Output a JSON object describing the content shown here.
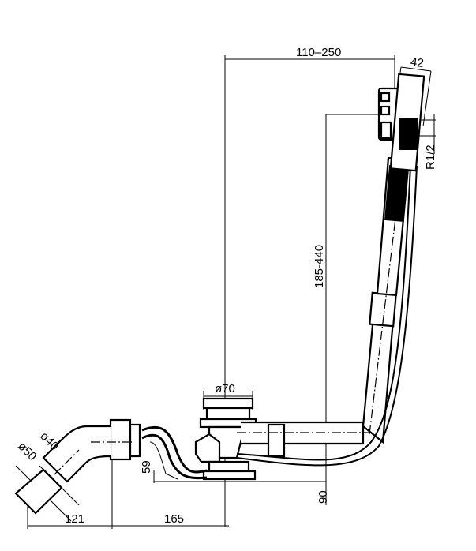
{
  "drawing": {
    "dimensions": {
      "overflow_reach": "110–250",
      "head_depth": "42",
      "thread": "R1/2",
      "overflow_height": "185-440",
      "waste_diameter": "ø70",
      "outlet_inner": "ø40",
      "outlet_outer": "ø50",
      "trap_height": "59",
      "base_height": "90",
      "outlet_offset": "121",
      "trap_length": "165"
    }
  }
}
